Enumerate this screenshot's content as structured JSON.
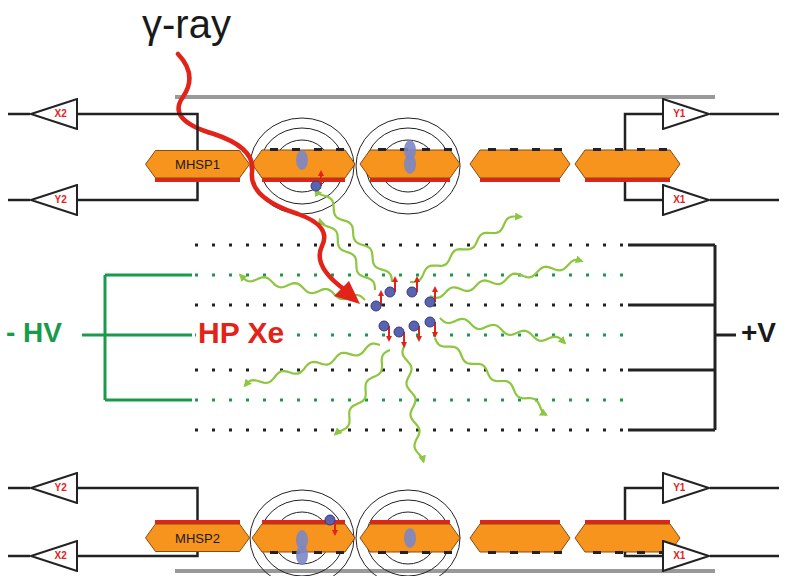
{
  "diagram": {
    "nodes": [
      {
        "text": [
          "X2"
        ]
      },
      {
        "text": [
          "Y2"
        ]
      },
      {
        "text": [
          "MHSP1"
        ]
      },
      {
        "text": [
          "Y1"
        ]
      },
      {
        "text": [
          "X1"
        ]
      },
      {
        "text": [
          "Y2"
        ]
      },
      {
        "text": [
          "X2"
        ]
      },
      {
        "text": [
          "MHSP2"
        ]
      },
      {
        "text": [
          "Y1"
        ]
      },
      {
        "text": [
          "X1"
        ]
      }
    ],
    "edges": [
      {
        "from": 0,
        "to": 2,
        "arrow": "none"
      },
      {
        "from": 1,
        "to": 2,
        "arrow": "none"
      },
      {
        "from": 5,
        "to": 7,
        "arrow": "none"
      },
      {
        "from": 6,
        "to": 7,
        "arrow": "none"
      }
    ],
    "labels": [
      "γ-ray",
      "HP Xe",
      "- HV",
      "+V"
    ]
  }
}
